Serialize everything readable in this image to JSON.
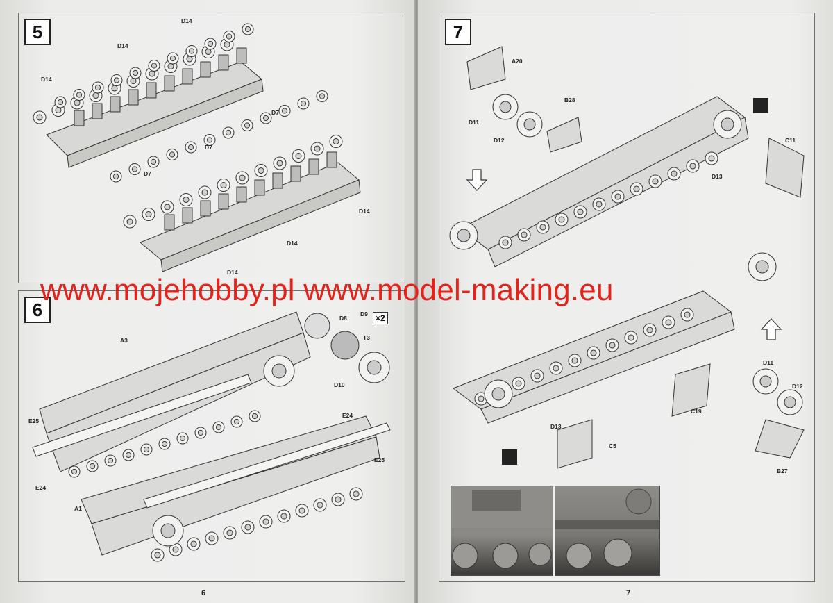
{
  "pages": {
    "left": {
      "number": "6"
    },
    "right": {
      "number": "7"
    }
  },
  "steps": {
    "s5": {
      "number": "5",
      "labels": [
        "D14",
        "D14",
        "D14",
        "D7",
        "D7",
        "D7",
        "D14",
        "D14",
        "D14"
      ]
    },
    "s6": {
      "number": "6",
      "multiplier": "×2",
      "labels": [
        "A3",
        "D8",
        "D9",
        "T3",
        "D10",
        "E25",
        "E24",
        "E24",
        "E25",
        "A1"
      ]
    },
    "s7": {
      "number": "7",
      "labels": [
        "A20",
        "B28",
        "D11",
        "D12",
        "C11",
        "D13",
        "D11",
        "D12",
        "C19",
        "D13",
        "C5",
        "B27"
      ]
    }
  },
  "watermark": {
    "text": "www.mojehobby.pl www.model-making.eu",
    "color": "#e3231c"
  }
}
